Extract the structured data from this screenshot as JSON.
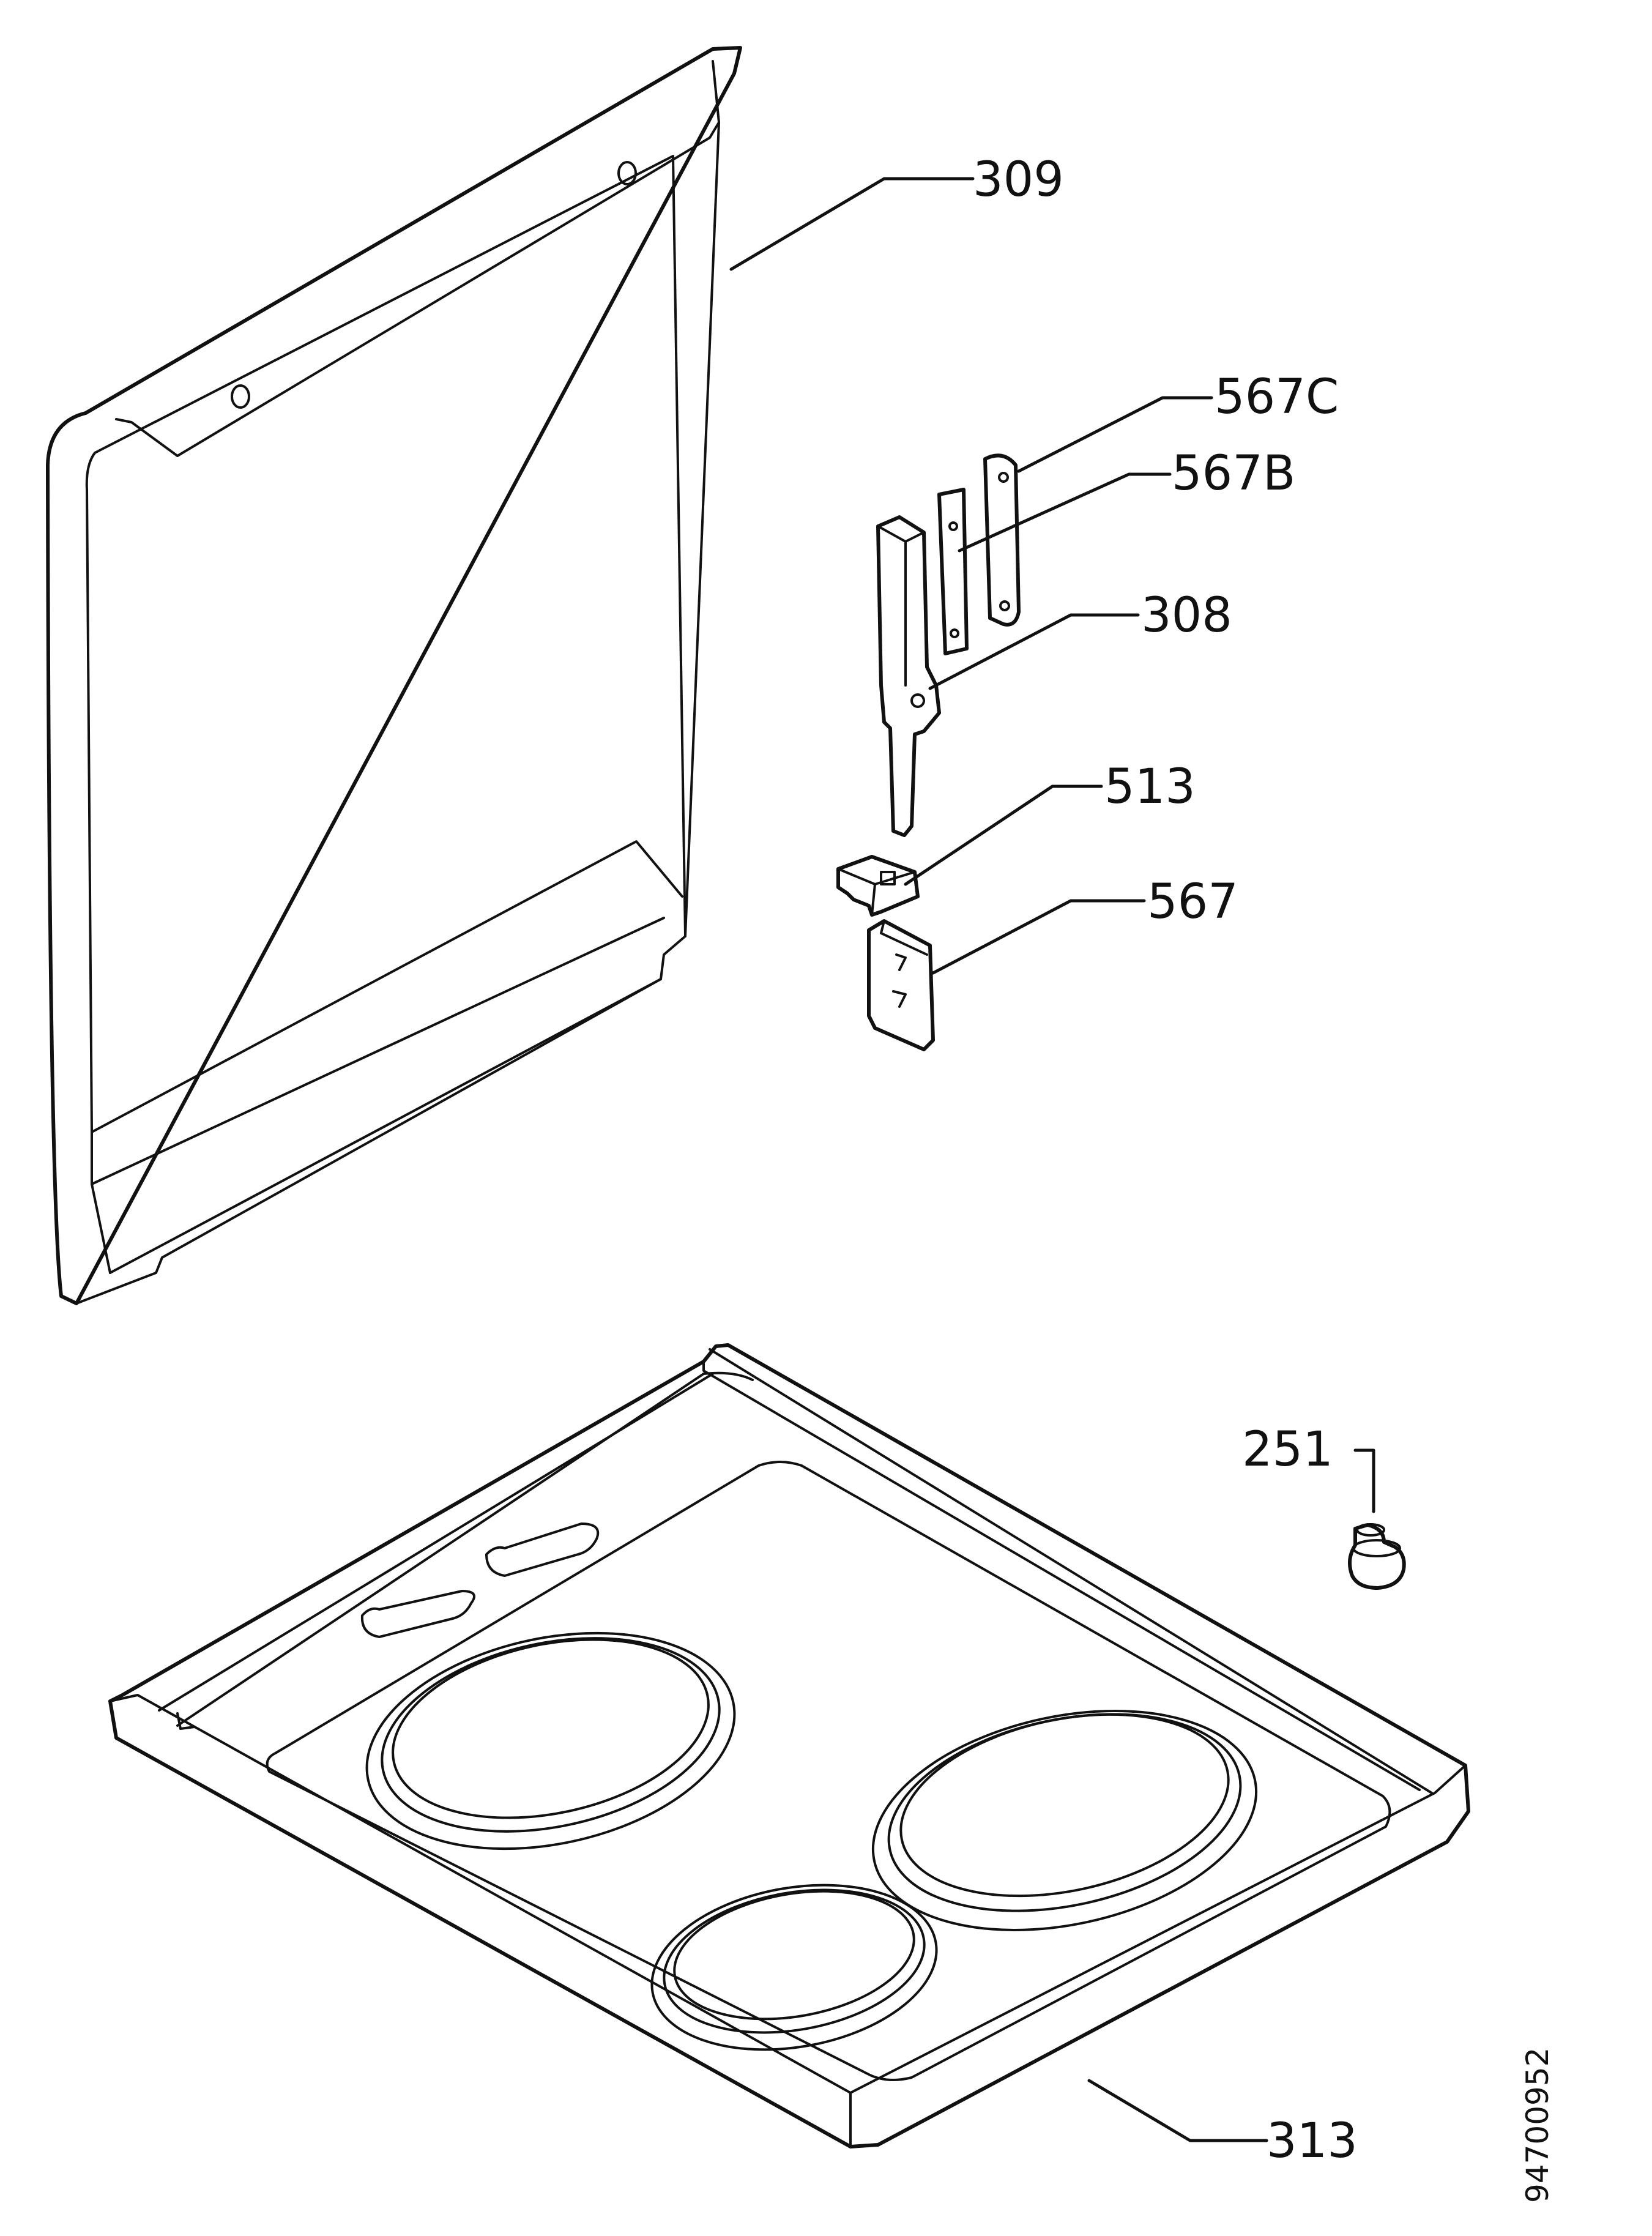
{
  "diagram": {
    "callouts": [
      {
        "id": "lid",
        "label": "309"
      },
      {
        "id": "plate-c",
        "label": "567C"
      },
      {
        "id": "plate-b",
        "label": "567B"
      },
      {
        "id": "hinge",
        "label": "308"
      },
      {
        "id": "clip",
        "label": "513"
      },
      {
        "id": "bracket",
        "label": "567"
      },
      {
        "id": "foot",
        "label": "251"
      },
      {
        "id": "hob",
        "label": "313"
      }
    ],
    "document_number": "94700952"
  }
}
